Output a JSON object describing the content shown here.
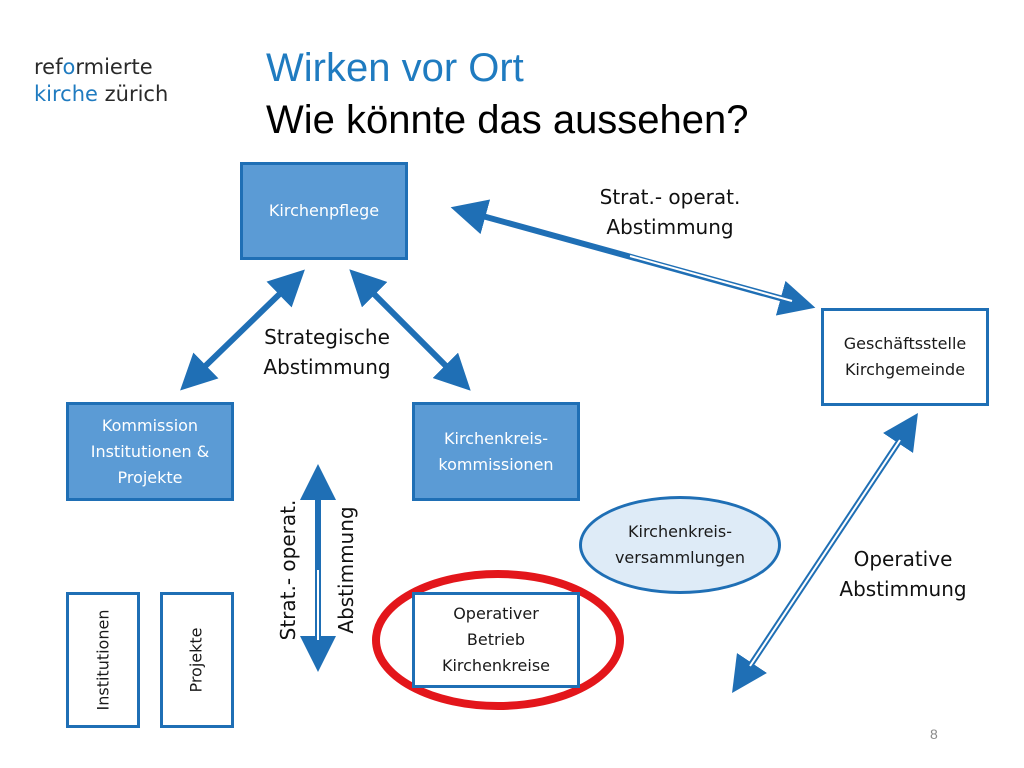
{
  "logo": {
    "word1a": "ref",
    "word1b": "o",
    "word1c": "rmierte",
    "word2a": "kirche",
    "word2b": " zürich"
  },
  "title": {
    "line1": "Wirken vor Ort",
    "line2": "Wie könnte das aussehen?"
  },
  "nodes": {
    "kirchenpflege": "Kirchenpflege",
    "geschaeftsstelle": "Geschäftsstelle\nKirchgemeinde",
    "kommission": "Kommission\nInstitutionen &\nProjekte",
    "kirchenkreiskommissionen": "Kirchenkreis-\nkommissionen",
    "kirchenkreisversammlungen": "Kirchenkreis-\nversammlungen",
    "operativer_betrieb": "Operativer\nBetrieb\nKirchenkreise",
    "institutionen": "Institutionen",
    "projekte": "Projekte"
  },
  "labels": {
    "strat_operat_top": "Strat.- operat.\nAbstimmung",
    "strategische": "Strategische\nAbstimmung",
    "operative": "Operative\nAbstimmung",
    "vertical_line1": "Strat.- operat.",
    "vertical_line2": "Abstimmung"
  },
  "page_number": "8",
  "colors": {
    "accent": "#1f7bc0",
    "box_fill": "#5b9bd5",
    "box_border": "#1f6fb5",
    "ellipse_fill": "#deebf7",
    "highlight": "#e3161b"
  }
}
